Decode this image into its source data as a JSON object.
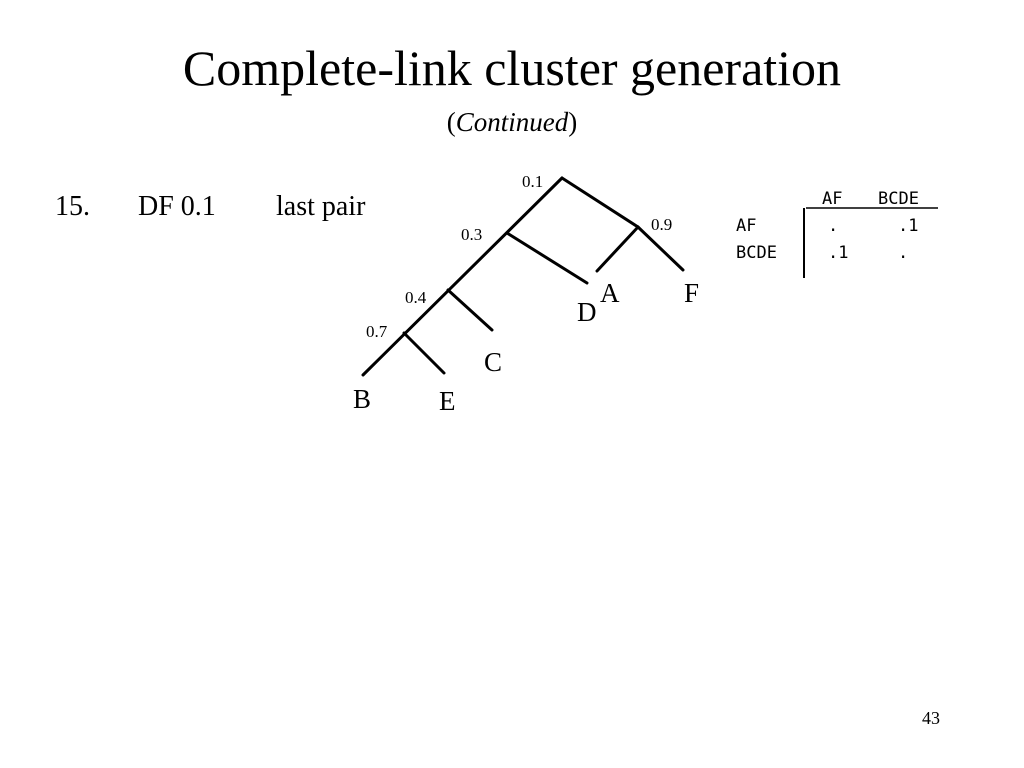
{
  "title": "Complete-link cluster generation",
  "subtitle": {
    "open": "(",
    "word": "Continued",
    "close": ")"
  },
  "step": {
    "number": "15.",
    "pair": "DF 0.1",
    "note": "last pair"
  },
  "dendrogram": {
    "levels": [
      "0.1",
      "0.9",
      "0.3",
      "0.4",
      "0.7"
    ],
    "leaves": [
      "A",
      "F",
      "D",
      "C",
      "B",
      "E"
    ]
  },
  "matrix": {
    "columns": [
      "AF",
      "BCDE"
    ],
    "rows": [
      {
        "label": "AF",
        "cells": [
          ".",
          ".1"
        ]
      },
      {
        "label": "BCDE",
        "cells": [
          ".1",
          "."
        ]
      }
    ]
  },
  "slide_number": "43"
}
